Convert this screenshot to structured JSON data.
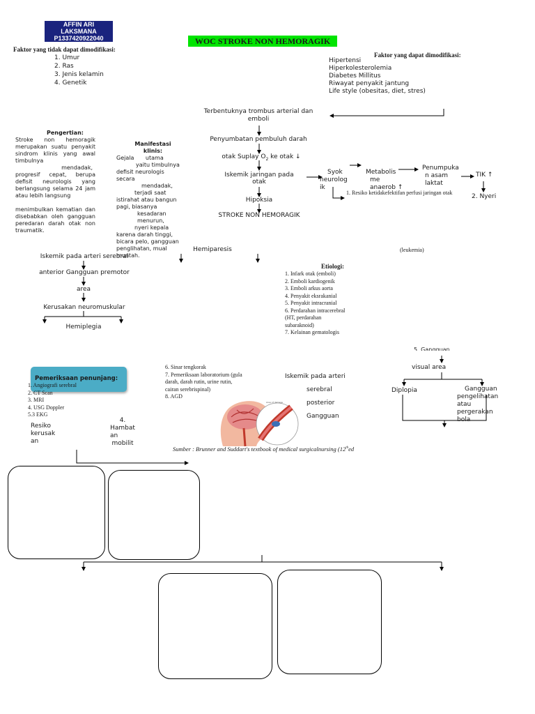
{
  "header": {
    "author_name": "AFFIN ARI LAKSMANA",
    "author_id": "P1337420922040",
    "title": "WOC STROKE NON HEMORAGIK"
  },
  "non_modifiable": {
    "heading": "Faktor yang tidak dapat dimodifikasi:",
    "items": [
      "1.  Umur",
      "2.  Ras",
      "3.  Jenis kelamin",
      "4.  Genetik"
    ]
  },
  "modifiable": {
    "heading": "Faktor yang dapat dimodifikasi:",
    "items": [
      "Hipertensi",
      "Hiperkolesterolemia",
      "Diabetes Millitus",
      "Riwayat penyakit jantung",
      "Life style (obesitas, diet, stres)"
    ]
  },
  "flow": {
    "trombus_1": "Terbentuknya trombus arterial dan",
    "trombus_2": "emboli",
    "penyumbatan": "Penyumbatan pembuluh darah",
    "suplay_pre": "otak Suplay O",
    "suplay_sub": "2",
    "suplay_post": " ke otak ↓",
    "iskemik_1": "Iskemik jaringan pada",
    "iskemik_2": "otak",
    "hipoksia": "Hipoksia",
    "stroke": "STROKE NON HEMORAGIK",
    "syok_1": "Syok",
    "syok_2": "neurolog",
    "syok_3": "ik",
    "metabolis_1": "Metabolis",
    "metabolis_2": "me",
    "metabolis_3": "anaerob ↑",
    "penumpukan_1": "Penumpuka",
    "penumpukan_2": "n asam",
    "penumpukan_3": "laktat",
    "tik": "TIK ↑",
    "nyeri": "2. Nyeri",
    "resiko_perfusi": "1.  Resiko ketidakefektifan perfusi jaringan otak"
  },
  "pengertian": {
    "heading": "Pengertian:",
    "line1": "Stroke non hemoragik merupakan suatu penyakit sindrom klinis yang awal timbulnya",
    "line2": "mendadak,",
    "line3": "progresif cepat, berupa defisit neurologis yang berlangsung selama 24 jam atau lebih langsung",
    "line4": "menimbulkan kematian dan disebabkan oleh gangguan peredaran darah otak non traumatik."
  },
  "manifestasi": {
    "heading": "Manifestasi klinis:",
    "line1": "Gejala utama",
    "line2": "yaitu timbulnya",
    "line3": "defisit neurologis secara",
    "line4": "mendadak,",
    "line5": "terjadi saat",
    "line6": "istirahat atau bangun pagi,  biasanya",
    "line7": "kesadaran menurun,",
    "line8": "nyeri kepala",
    "line9": "karena darah tinggi, bicara pelo, gangguan penglihatan, mual muntah."
  },
  "left_branch": {
    "iskemik": "Iskemik pada arteri serebral",
    "anterior": "anterior Gangguan premotor",
    "area": "area",
    "kerusakan": "Kerusakan neuromuskular",
    "hemiplegia": "Hemiplegia"
  },
  "middle": {
    "hemiparesis": "Hemiparesis",
    "leukemia": "(leukemia)"
  },
  "etiologi": {
    "heading": "Etiologi:",
    "items": [
      "1.    Infark otak (emboli)",
      "2.    Emboli kardiogenik",
      "3.    Emboli arkus aorta",
      "4.    Penyakit eksrakanial",
      "5.    Penyakit intracranial",
      "6.    Perdarahan intracerebral",
      "       (HT, perdarahan",
      "       subaraknoid)",
      "7.    Kelainan gematologis"
    ]
  },
  "continued": {
    "items": [
      "6.    Sinar tengkorak",
      "7.    Pemeriksaan laboratorium (gula",
      "       darah, darah rutin, urine rutin,",
      "       cairan serebrispinal)",
      "8.    AGD"
    ]
  },
  "penunjang": {
    "heading": "Pemeriksaan penunjang:",
    "items": [
      "1.    Angiografi serebral",
      "2.    CT Scan",
      "3.    MRI",
      "4.    USG Doppler",
      "5.3  EKG"
    ]
  },
  "posterior": {
    "line1": "Iskemik pada arteri",
    "line2": "serebral",
    "line3": "posterior",
    "line4": "Gangguan"
  },
  "visual": {
    "top": "5. Gangguan",
    "area": "visual area",
    "diplopia": "Diplopia",
    "gangguan_1": "Gangguan",
    "gangguan_2": "pengelihatan",
    "gangguan_3": "atau",
    "gangguan_4": "pergerakan",
    "gangguan_5": "bola"
  },
  "diagnoses": {
    "resiko_1": "Resiko",
    "resiko_2": "kerusak",
    "resiko_3": "an",
    "hambat_1": "4.",
    "hambat_2": "Hambat",
    "hambat_3": "an",
    "hambat_4": "mobilit"
  },
  "source": {
    "text": "Sumber : Brunner and Suddart's textbook of medical surgicalnursing (12",
    "sup": "th",
    "suffix": "ed"
  }
}
